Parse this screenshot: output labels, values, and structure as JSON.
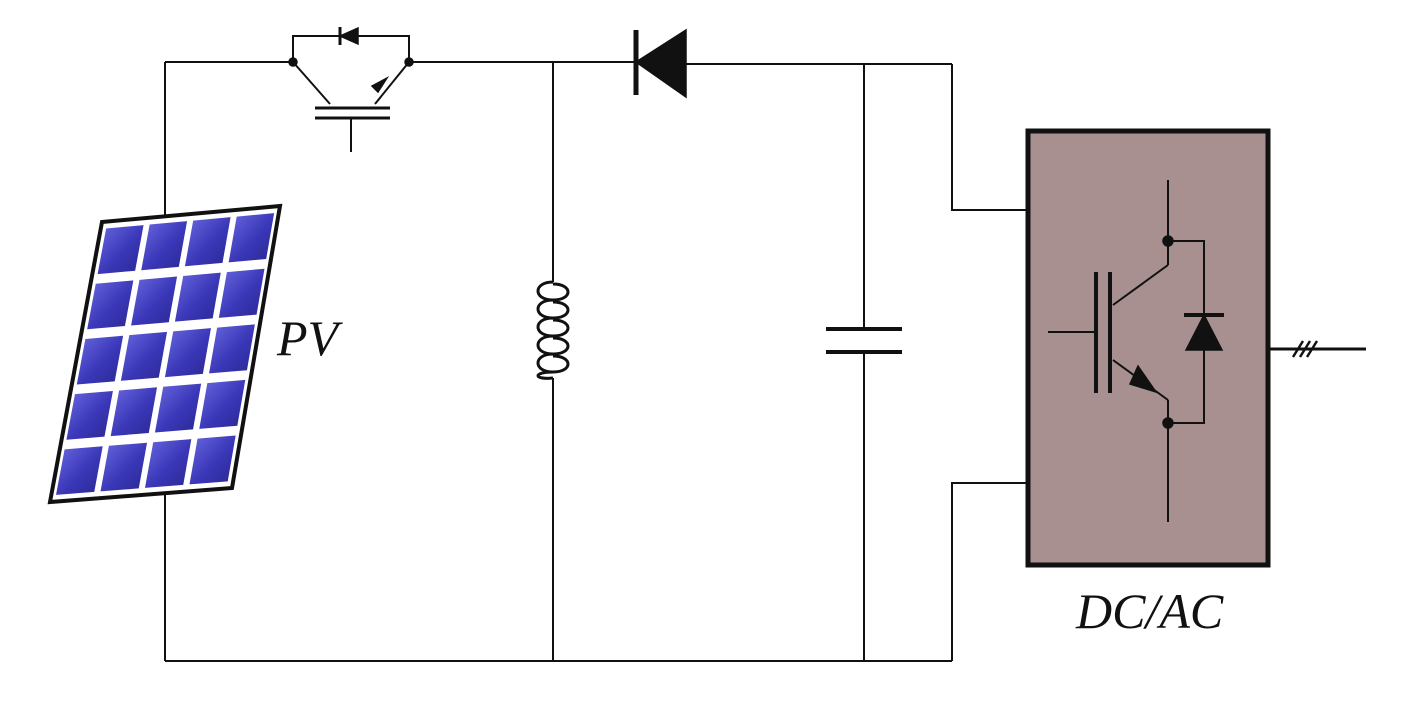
{
  "labels": {
    "pv": "PV",
    "inverter": "DC/AC"
  },
  "colors": {
    "panel_cell": "#3a37b8",
    "panel_cell_highlight": "#6a6ae0",
    "panel_grid": "#ffffff",
    "panel_frame": "#111111",
    "inverter_box": "#a89090",
    "wire": "#111111"
  },
  "components": {
    "source": "pv-panel",
    "switch": "igbt-with-antiparallel-diode",
    "inductor": "inductor",
    "diode": "diode",
    "capacitor": "capacitor",
    "converter": "inverter-block"
  },
  "output": {
    "phase_marks": 3
  }
}
